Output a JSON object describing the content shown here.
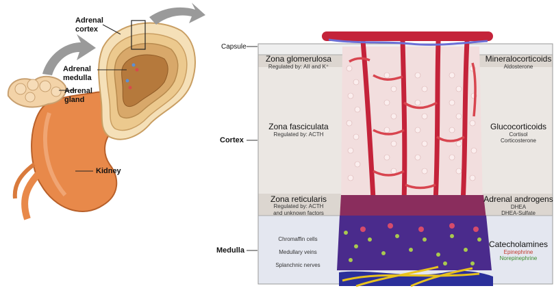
{
  "left": {
    "adrenal_cortex": "Adrenal\ncortex",
    "adrenal_medulla": "Adrenal\nmedulla",
    "adrenal_gland": "Adrenal\ngland",
    "kidney": "Kidney"
  },
  "right": {
    "capsule": "Capsule",
    "cortex": "Cortex",
    "medulla": "Medulla",
    "zones": [
      {
        "name": "Zona glomerulosa",
        "reg": "Regulated by: AII and K⁺",
        "hormone": "Mineralocorticoids",
        "products": [
          "Aldosterone"
        ]
      },
      {
        "name": "Zona fasciculata",
        "reg": "Regulated by: ACTH",
        "hormone": "Glucocorticoids",
        "products": [
          "Cortisol",
          "Corticosterone"
        ]
      },
      {
        "name": "Zona reticularis",
        "reg": "Regulated by: ACTH\nand unknown factors",
        "hormone": "Adrenal androgens",
        "products": [
          "DHEA",
          "DHEA-Sulfate"
        ]
      }
    ],
    "medulla_items": [
      "Chromaffin cells",
      "Medullary veins",
      "Splanchnic nerves"
    ],
    "medulla_hormone": "Catecholamines",
    "epinephrine": "Epinephrine",
    "norepinephrine": "Norepinephrine",
    "colors": {
      "epinephrine": "#c0392b",
      "norepinephrine": "#3a8a2a"
    }
  }
}
